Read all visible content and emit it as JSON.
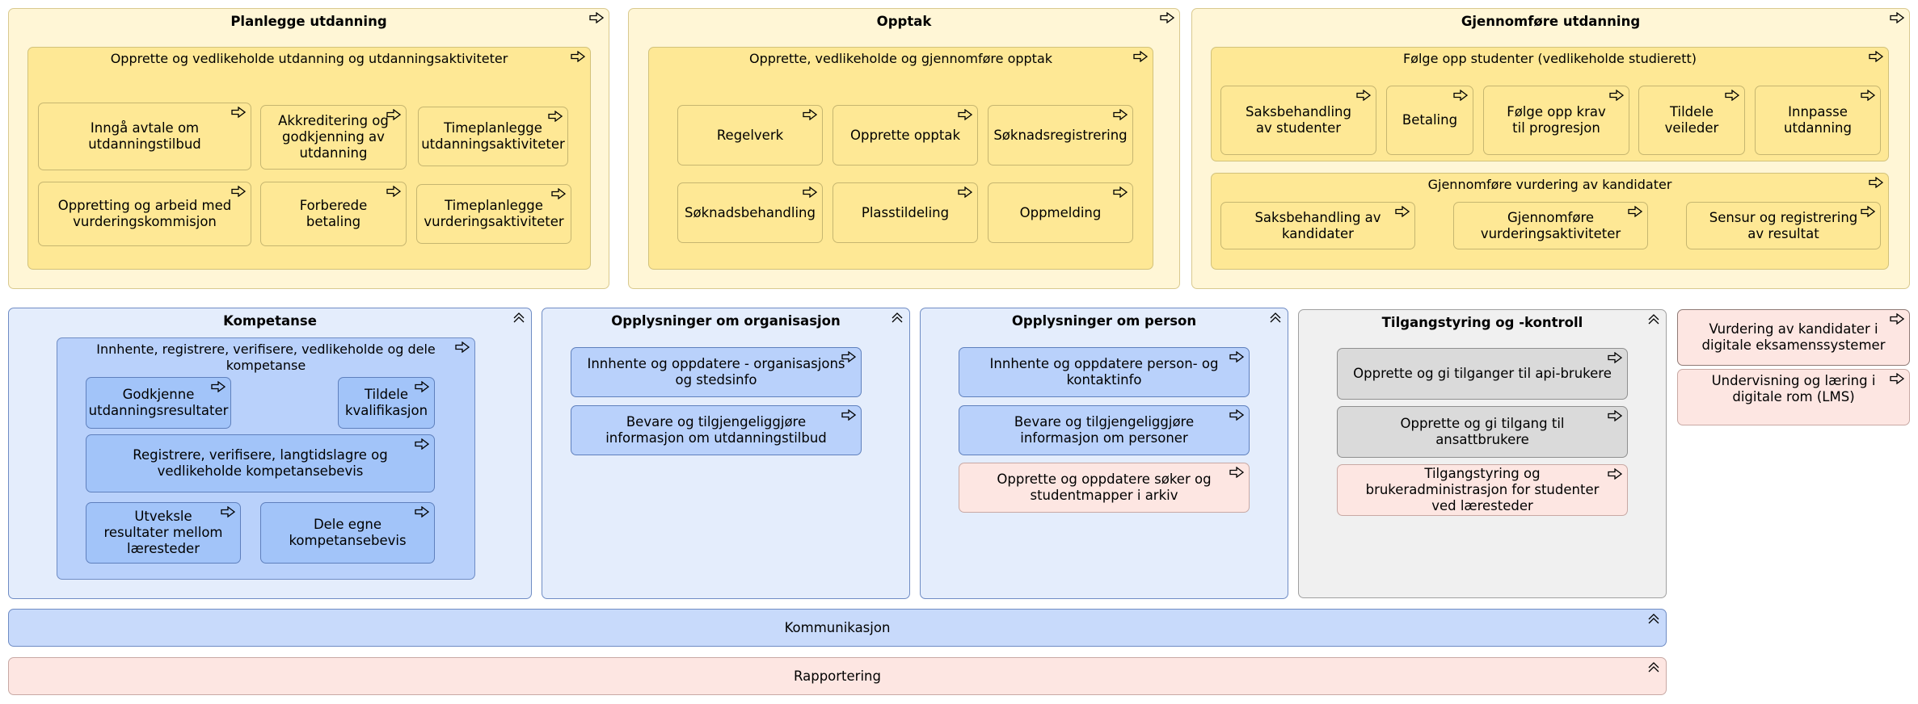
{
  "planlegge": {
    "title": "Planlegge utdanning",
    "sub": "Opprette og vedlikeholde utdanning og utdanningsaktiviteter",
    "items": [
      "Inngå avtale om utdanningstilbud",
      "Akkreditering og godkjenning av utdanning",
      "Timeplanlegge utdanningsaktiviteter",
      "Oppretting og arbeid med vurderingskommisjon",
      "Forberede betaling",
      "Timeplanlegge vurderingsaktiviteter"
    ]
  },
  "opptak": {
    "title": "Opptak",
    "sub": "Opprette, vedlikeholde og gjennomføre opptak",
    "items": [
      "Regelverk",
      "Opprette opptak",
      "Søknadsregistrering",
      "Søknadsbehandling",
      "Plasstildeling",
      "Oppmelding"
    ]
  },
  "gjennomfore": {
    "title": "Gjennomføre utdanning",
    "sub1": "Følge opp studenter (vedlikeholde studierett)",
    "items1": [
      "Saksbehandling av studenter",
      "Betaling",
      "Følge opp krav til progresjon",
      "Tildele veileder",
      "Innpasse utdanning"
    ],
    "sub2": "Gjennomføre vurdering av kandidater",
    "items2": [
      "Saksbehandling av kandidater",
      "Gjennomføre vurderingsaktiviteter",
      "Sensur og registrering av resultat"
    ]
  },
  "kompetanse": {
    "title": "Kompetanse",
    "sub": "Innhente, registrere, verifisere, vedlikeholde og dele kompetanse",
    "items": [
      "Godkjenne utdanningsresultater",
      "Tildele kvalifikasjon",
      "Registrere, verifisere, langtidslagre og vedlikeholde kompetansebevis",
      "Utveksle resultater mellom læresteder",
      "Dele egne kompetansebevis"
    ]
  },
  "organisasjon": {
    "title": "Opplysninger om organisasjon",
    "items": [
      "Innhente og oppdatere - organisasjons og stedsinfo",
      "Bevare og tilgjengeliggjøre informasjon om utdanningstilbud"
    ]
  },
  "person": {
    "title": "Opplysninger om person",
    "items": [
      "Innhente og oppdatere person- og kontaktinfo",
      "Bevare og tilgjengeliggjøre informasjon om personer",
      "Opprette og oppdatere søker og studentmapper i arkiv"
    ]
  },
  "tilgang": {
    "title": "Tilgangstyring og -kontroll",
    "items": [
      "Opprette og gi tilganger til api-brukere",
      "Opprette og gi tilgang til ansattbrukere",
      "Tilgangstyring og brukeradministrasjon for studenter ved læresteder"
    ]
  },
  "side": {
    "items": [
      "Vurdering av kandidater i digitale eksamenssystemer",
      "Undervisning og læring i digitale rom (LMS)"
    ]
  },
  "bars": {
    "kommunikasjon": "Kommunikasjon",
    "rapportering": "Rapportering"
  }
}
